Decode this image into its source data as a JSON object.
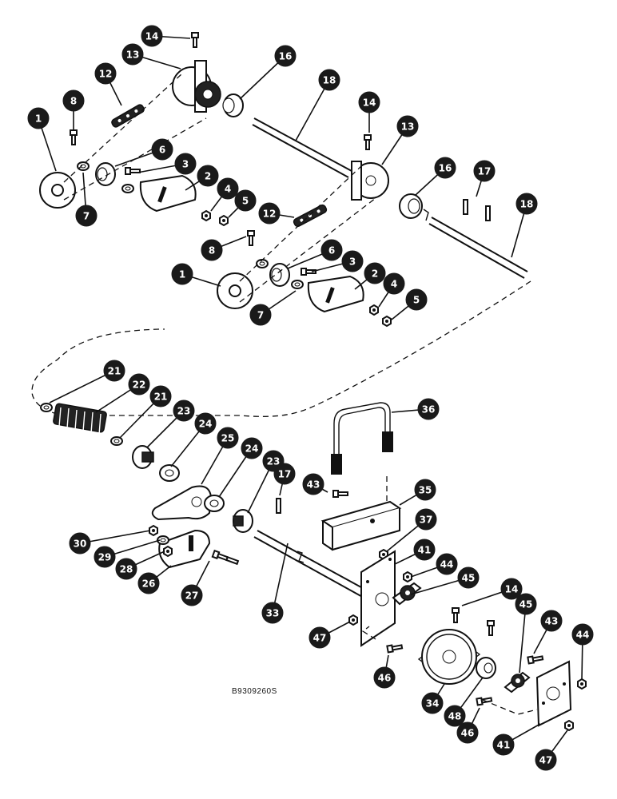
{
  "figure_id": "B9309260S",
  "callouts": [
    {
      "key": "c1a",
      "label": "1"
    },
    {
      "key": "c8a",
      "label": "8"
    },
    {
      "key": "c12a",
      "label": "12"
    },
    {
      "key": "c13a",
      "label": "13"
    },
    {
      "key": "c14a",
      "label": "14"
    },
    {
      "key": "c16a",
      "label": "16"
    },
    {
      "key": "c18a",
      "label": "18"
    },
    {
      "key": "c6a",
      "label": "6"
    },
    {
      "key": "c3a",
      "label": "3"
    },
    {
      "key": "c2a",
      "label": "2"
    },
    {
      "key": "c4a",
      "label": "4"
    },
    {
      "key": "c5a",
      "label": "5"
    },
    {
      "key": "c7a",
      "label": "7"
    },
    {
      "key": "c14b",
      "label": "14"
    },
    {
      "key": "c13b",
      "label": "13"
    },
    {
      "key": "c16b",
      "label": "16"
    },
    {
      "key": "c17a",
      "label": "17"
    },
    {
      "key": "c18b",
      "label": "18"
    },
    {
      "key": "c12b",
      "label": "12"
    },
    {
      "key": "c8b",
      "label": "8"
    },
    {
      "key": "c1b",
      "label": "1"
    },
    {
      "key": "c6b",
      "label": "6"
    },
    {
      "key": "c3b",
      "label": "3"
    },
    {
      "key": "c2b",
      "label": "2"
    },
    {
      "key": "c4b",
      "label": "4"
    },
    {
      "key": "c5b",
      "label": "5"
    },
    {
      "key": "c7b",
      "label": "7"
    },
    {
      "key": "c21a",
      "label": "21"
    },
    {
      "key": "c22",
      "label": "22"
    },
    {
      "key": "c21b",
      "label": "21"
    },
    {
      "key": "c23a",
      "label": "23"
    },
    {
      "key": "c24a",
      "label": "24"
    },
    {
      "key": "c25",
      "label": "25"
    },
    {
      "key": "c24b",
      "label": "24"
    },
    {
      "key": "c23b",
      "label": "23"
    },
    {
      "key": "c17b",
      "label": "17"
    },
    {
      "key": "c36",
      "label": "36"
    },
    {
      "key": "c43a",
      "label": "43"
    },
    {
      "key": "c35",
      "label": "35"
    },
    {
      "key": "c37",
      "label": "37"
    },
    {
      "key": "c30",
      "label": "30"
    },
    {
      "key": "c29",
      "label": "29"
    },
    {
      "key": "c28",
      "label": "28"
    },
    {
      "key": "c26",
      "label": "26"
    },
    {
      "key": "c27",
      "label": "27"
    },
    {
      "key": "c33",
      "label": "33"
    },
    {
      "key": "c41a",
      "label": "41"
    },
    {
      "key": "c44a",
      "label": "44"
    },
    {
      "key": "c45a",
      "label": "45"
    },
    {
      "key": "c14c",
      "label": "14"
    },
    {
      "key": "c47a",
      "label": "47"
    },
    {
      "key": "c45b",
      "label": "45"
    },
    {
      "key": "c43b",
      "label": "43"
    },
    {
      "key": "c44b",
      "label": "44"
    },
    {
      "key": "c46a",
      "label": "46"
    },
    {
      "key": "c34",
      "label": "34"
    },
    {
      "key": "c48",
      "label": "48"
    },
    {
      "key": "c46b",
      "label": "46"
    },
    {
      "key": "c41b",
      "label": "41"
    },
    {
      "key": "c47b",
      "label": "47"
    }
  ]
}
